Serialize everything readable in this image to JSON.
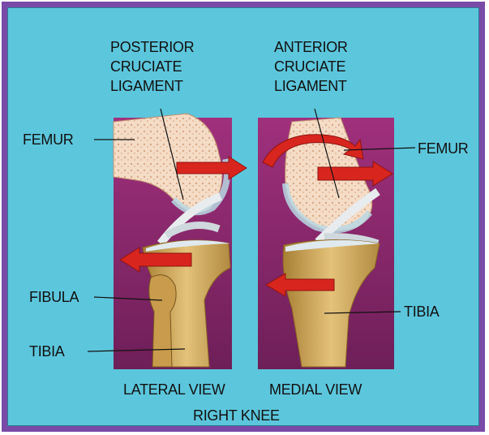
{
  "figure": {
    "labels": {
      "posterior_line1": "POSTERIOR",
      "posterior_line2": "CRUCIATE",
      "posterior_line3": "LIGAMENT",
      "anterior_line1": "ANTERIOR",
      "anterior_line2": "CRUCIATE",
      "anterior_line3": "LIGAMENT",
      "femur_left": "FEMUR",
      "femur_right": "FEMUR",
      "fibula": "FIBULA",
      "tibia_left": "TIBIA",
      "tibia_right": "TIBIA",
      "lateral_view": "LATERAL VIEW",
      "medial_view": "MEDIAL VIEW",
      "title": "RIGHT KNEE"
    },
    "colors": {
      "frame": "#7a4aa8",
      "background": "#5cc6dc",
      "panel": "#8c2a6e",
      "bone": "#d8b46a",
      "marrow": "#f2d8c0",
      "arrow": "#d8251e",
      "cartilage": "#b8d8e4"
    }
  }
}
